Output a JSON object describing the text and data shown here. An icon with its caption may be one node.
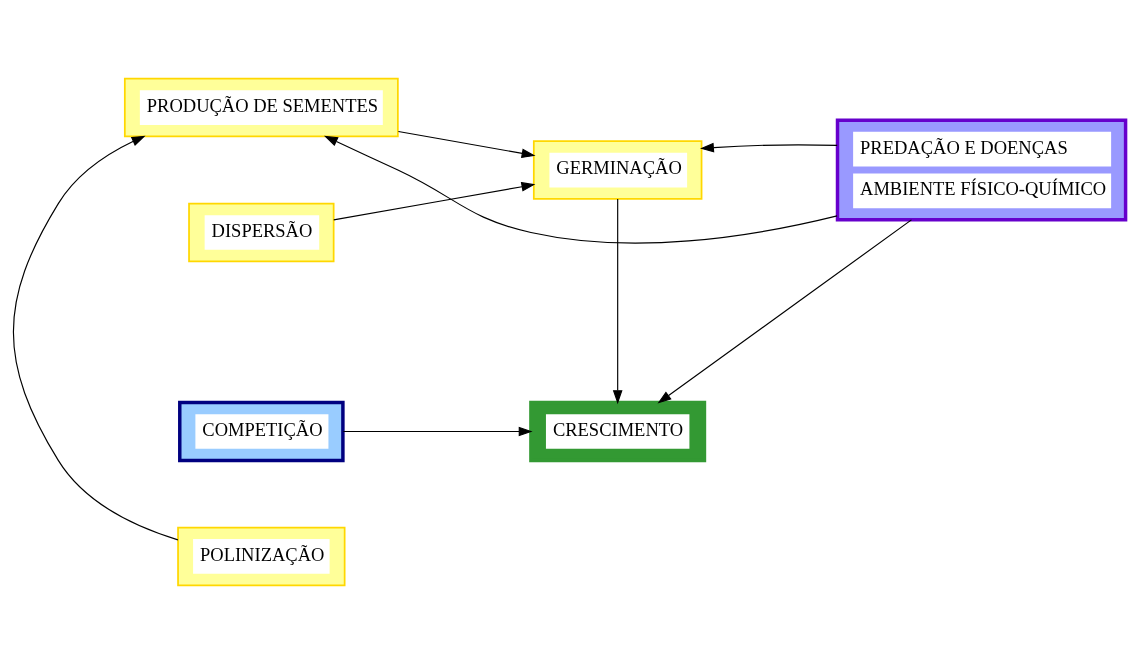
{
  "diagram": {
    "nodes": [
      {
        "text": [
          "PRODUÇÃO DE SEMENTES"
        ]
      },
      {
        "text": [
          "POLINIZAÇÃO"
        ]
      },
      {
        "text": [
          "DISPERSÃO"
        ]
      },
      {
        "text": [
          "GERMINAÇÃO"
        ]
      },
      {
        "text": [
          "COMPETIÇÃO"
        ]
      },
      {
        "text": [
          "CRESCIMENTO"
        ]
      },
      {
        "text": [
          "PREDAÇÃO E DOENÇAS",
          "AMBIENTE FÍSICO-QUÍMICO"
        ]
      }
    ],
    "edges": [
      {
        "from": 1,
        "to": 0,
        "arrow": "to"
      },
      {
        "from": 0,
        "to": 3,
        "arrow": "to"
      },
      {
        "from": 2,
        "to": 3,
        "arrow": "to"
      },
      {
        "from": 3,
        "to": 5,
        "arrow": "to"
      },
      {
        "from": 4,
        "to": 5,
        "arrow": "to"
      },
      {
        "from": 6,
        "to": 0,
        "arrow": "to"
      },
      {
        "from": 6,
        "to": 3,
        "arrow": "to"
      },
      {
        "from": 6,
        "to": 5,
        "arrow": "to"
      }
    ]
  }
}
